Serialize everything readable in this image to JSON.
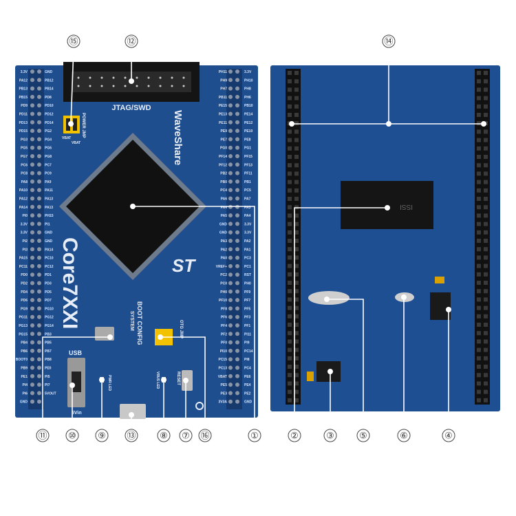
{
  "front": {
    "jtag_label": "JTAG/SWD",
    "brand": "WaveShare",
    "model": "Core7XXI",
    "power_jmp": "POWER JMP",
    "vbat_labels": [
      "VBAT",
      "VBAT"
    ],
    "boot_config": "BOOT CONFIG",
    "system": "SYSTEM",
    "otg_jmp": "OTG JMP",
    "usb": "USB",
    "pwr_led": "PWR LED",
    "vbus_led": "VBUS LED",
    "reset": "RESET",
    "five_vin": "5Vin",
    "st_logo": "ST",
    "left_outer_pins": [
      "3.3V",
      "PA12",
      "PB13",
      "PB15",
      "PD9",
      "PD11",
      "PD13",
      "PD15",
      "PG3",
      "PG5",
      "PG7",
      "PC6",
      "PC8",
      "PA8",
      "PA10",
      "PA12",
      "PA14",
      "PI0",
      "3.3V",
      "3.3V",
      "PI2",
      "PI3",
      "PA15",
      "PC11",
      "PD0",
      "PD2",
      "PD4",
      "PD6",
      "PG9",
      "PG11",
      "PG13",
      "PG15",
      "PB4",
      "PB6",
      "BOOT0",
      "PB9",
      "PE1",
      "PI4",
      "PI6",
      "GND"
    ],
    "left_inner_pins": [
      "GND",
      "PB12",
      "PB14",
      "PD8",
      "PD10",
      "PD12",
      "PD14",
      "PG2",
      "PG4",
      "PG6",
      "PG8",
      "PC7",
      "PC9",
      "PA9",
      "PA11",
      "PA13",
      "PA13",
      "PH15",
      "PI1",
      "GND",
      "GND",
      "PA14",
      "PC10",
      "PC12",
      "PD1",
      "PD3",
      "PD5",
      "PD7",
      "PG10",
      "PG12",
      "PG14",
      "PB3",
      "PB5",
      "PB7",
      "PB8",
      "PE0",
      "PI5",
      "PI7",
      "5VOUT"
    ],
    "right_inner_pins": [
      "PH11",
      "PH9",
      "PH7",
      "PB11",
      "PE15",
      "PE13",
      "PE11",
      "PE9",
      "PE7",
      "PG0",
      "PF14",
      "PF12",
      "PB2",
      "PB0",
      "PC4",
      "PA6",
      "PA4",
      "PA5",
      "GND",
      "GND",
      "PA3",
      "PA2",
      "PA0",
      "VREF+",
      "PC2",
      "PC0",
      "PH0",
      "PF10",
      "PF8",
      "PF6",
      "PF4",
      "PF2",
      "PF0",
      "PI10",
      "PC15",
      "PC13",
      "VBAT",
      "PE5",
      "PE3",
      "3V3A"
    ],
    "right_outer_pins": [
      "3.3V",
      "PH10",
      "PH8",
      "PH6",
      "PB10",
      "PE14",
      "PE12",
      "PE10",
      "PE8",
      "PG1",
      "PF15",
      "PF13",
      "PF11",
      "PB1",
      "PC5",
      "PA7",
      "PA3",
      "PA4",
      "3.3V",
      "3.3V",
      "PA2",
      "PA1",
      "PC3",
      "PC1",
      "RST",
      "PH0",
      "PF9",
      "PF7",
      "PF5",
      "PF3",
      "PF1",
      "PI11",
      "PI9",
      "PC14",
      "PI8",
      "PC4",
      "PE6",
      "PE4",
      "PE2",
      "GND"
    ]
  },
  "back": {
    "chip_marking": "ISSI"
  },
  "callouts": [
    "①",
    "②",
    "③",
    "④",
    "⑤",
    "⑥",
    "⑦",
    "⑧",
    "⑨",
    "⑩",
    "⑪",
    "⑫",
    "⑬",
    "⑭",
    "⑮",
    "⑯"
  ],
  "colors": {
    "pcb": "#1f4e8f",
    "pcb_dark": "#163a6e",
    "jumper": "#f2c200",
    "chip": "#111111"
  }
}
